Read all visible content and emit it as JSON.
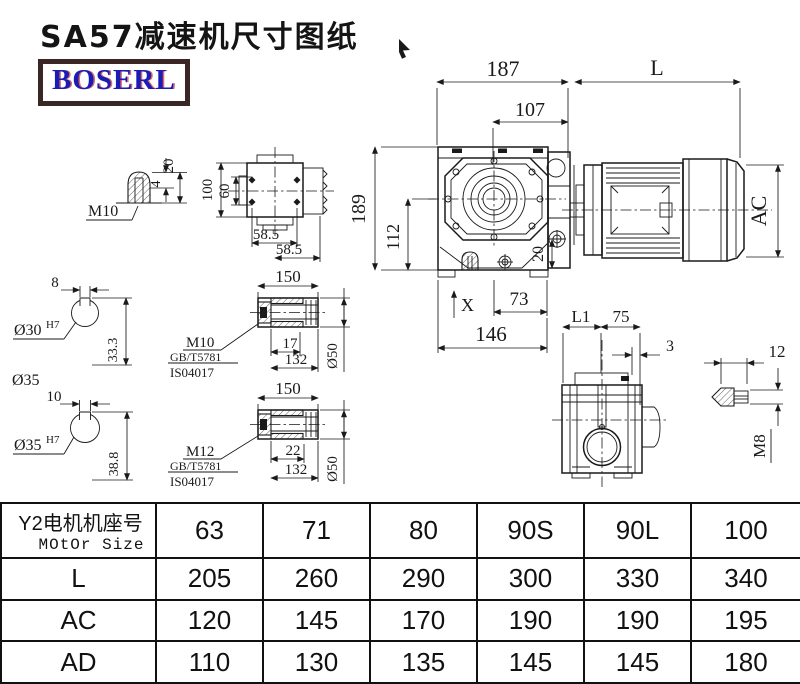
{
  "header": {
    "title": "SA57减速机尺寸图纸",
    "logo_text": "BOSERL"
  },
  "dwg": {
    "main": {
      "d187": "187",
      "dL": "L",
      "d107": "107",
      "d189": "189",
      "d112": "112",
      "d20": "20",
      "d73": "73",
      "d146": "146",
      "dX": "X",
      "dAC": "AC"
    },
    "plug": {
      "thread": "M10",
      "d4": "4",
      "d20": "20"
    },
    "flange": {
      "d100": "100",
      "d60": "60",
      "d585a": "58.5",
      "d585b": "58.5"
    },
    "bore1": {
      "d8": "8",
      "dia": "Ø30",
      "tol": "H7",
      "d333": "33.3",
      "outer": "Ø35"
    },
    "bore2": {
      "d10": "10",
      "dia": "Ø35",
      "tol": "H7",
      "d388": "38.8"
    },
    "shaft1": {
      "d150": "150",
      "d17": "17",
      "d132": "132",
      "dia": "Ø50",
      "bolt": "M10",
      "std1": "GB/T5781",
      "std2": "IS04017"
    },
    "shaft2": {
      "d150": "150",
      "d22": "22",
      "d132": "132",
      "dia": "Ø50",
      "bolt": "M12",
      "std1": "GB/T5781",
      "std2": "IS04017"
    },
    "side": {
      "dL1": "L1",
      "d75": "75",
      "d3": "3"
    },
    "bolt": {
      "d12": "12",
      "dM8": "M8"
    }
  },
  "table": {
    "header_cn": "Y2电机机座号",
    "header_en": "MOtOr Size",
    "sizes": [
      "63",
      "71",
      "80",
      "90S",
      "90L",
      "100"
    ],
    "rows": [
      {
        "label": "L",
        "values": [
          "205",
          "260",
          "290",
          "300",
          "330",
          "340"
        ]
      },
      {
        "label": "AC",
        "values": [
          "120",
          "145",
          "170",
          "190",
          "190",
          "195"
        ]
      },
      {
        "label": "AD",
        "values": [
          "110",
          "130",
          "135",
          "145",
          "145",
          "180"
        ]
      }
    ]
  },
  "colors": {
    "ink": "#1a1a1a",
    "logo_text": "#1b1bb5",
    "logo_border": "#3a2725"
  }
}
